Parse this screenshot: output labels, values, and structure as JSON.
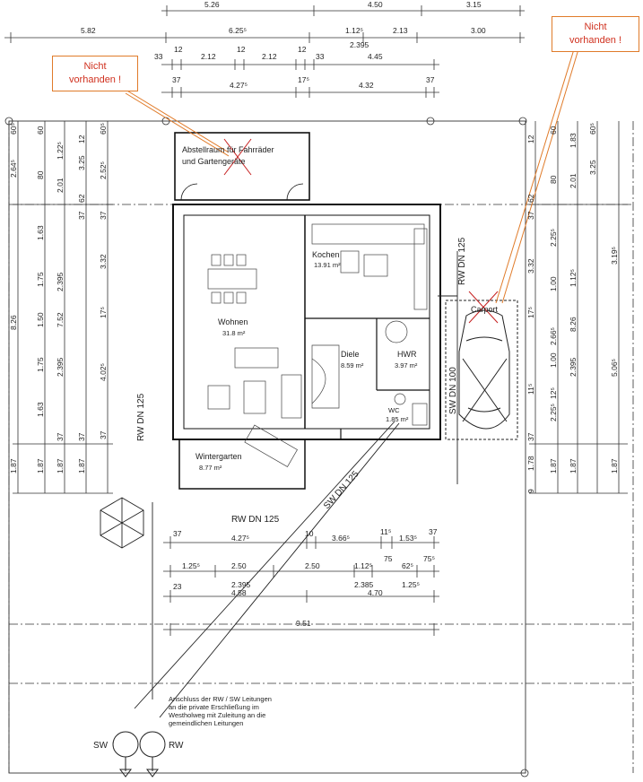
{
  "annotations": [
    {
      "id": "bike",
      "text": "Nicht\nvorhanden !"
    },
    {
      "id": "carport",
      "text": "Nicht\nvorhanden !"
    }
  ],
  "rooms": {
    "abstell_1": "Abstellraum für Fahrräder",
    "abstell_2": "und Gartengeräte",
    "wohnen": "Wohnen",
    "wohnen_area": "31.8 m²",
    "kochen": "Kochen",
    "kochen_area": "13.91 m²",
    "diele": "Diele",
    "diele_area": "8.59 m²",
    "hwr": "HWR",
    "hwr_area": "3.97 m²",
    "wc": "WC",
    "wc_area": "1.85 m²",
    "wintergarten": "Wintergarten",
    "wintergarten_area": "8.77 m²",
    "carport": "Carport"
  },
  "pipes": {
    "rw125_left": "RW  DN  125",
    "rw125_right": "RW  DN  125",
    "sw100": "SW  DN  100",
    "sw125": "SW  DN  125",
    "rw125_bottom": "RW  DN  125"
  },
  "connection_note": [
    "Anschluss der RW / SW Leitungen",
    "an die private Erschließung im",
    "Westholweg mit Zuleitung an die",
    "gemeindlichen Leitungen"
  ],
  "symbols": {
    "sw": "SW",
    "rw": "RW"
  },
  "dims": {
    "top0": [
      "5.26",
      "4.50",
      "3.15"
    ],
    "top1": [
      "5.82",
      "6.25⁵",
      "1.12⁵",
      "2.13",
      "3.00"
    ],
    "top2": [
      "33",
      "12",
      "2.12",
      "12",
      "2.12",
      "12",
      "33",
      "2.395",
      "4.45"
    ],
    "top3": [
      "37",
      "4.27⁵",
      "17⁵",
      "4.32",
      "37"
    ],
    "left1": [
      "60⁵",
      "2.64⁵",
      "8.26",
      "1.87"
    ],
    "left2": [
      "60",
      "80",
      "1.63",
      "1.75",
      "1.50",
      "1.75",
      "1.63",
      "1.87"
    ],
    "left3": [
      "1.22⁵",
      "2.01",
      "2.395",
      "7.52",
      "2.395",
      "37",
      "1.87"
    ],
    "left4": [
      "12",
      "3.25",
      "62",
      "37",
      "37",
      "1.87"
    ],
    "left5": [
      "60⁵",
      "2.52⁵",
      "37",
      "3.32",
      "17⁵",
      "4.02⁵",
      "37"
    ],
    "right1": [
      "12",
      "62",
      "37",
      "3.32",
      "17⁵",
      "11⁵",
      "37",
      "1.78",
      "9"
    ],
    "right2": [
      "60",
      "80",
      "2.25⁵",
      "1.00",
      "2.66⁵",
      "1.00",
      "12⁵",
      "2.25⁵",
      "1.87"
    ],
    "right3": [
      "1.83",
      "2.01",
      "1.12⁵",
      "8.26",
      "2.395",
      "1.87"
    ],
    "right4": [
      "60⁵",
      "3.25",
      "3.19⁵",
      "5.06⁵",
      "1.87"
    ],
    "bottom1": [
      "37",
      "4.27⁵",
      "10",
      "3.66⁵",
      "11⁵",
      "1.53⁵",
      "37"
    ],
    "bottom2": [
      "1.25⁵",
      "2.50",
      "2.50",
      "1.12⁵",
      "75",
      "62⁵",
      "75⁵"
    ],
    "bottom3": [
      "23",
      "2.395",
      "4.58",
      "2.385",
      "4.70",
      "1.25⁵"
    ],
    "bottom4": [
      "9.51"
    ]
  }
}
